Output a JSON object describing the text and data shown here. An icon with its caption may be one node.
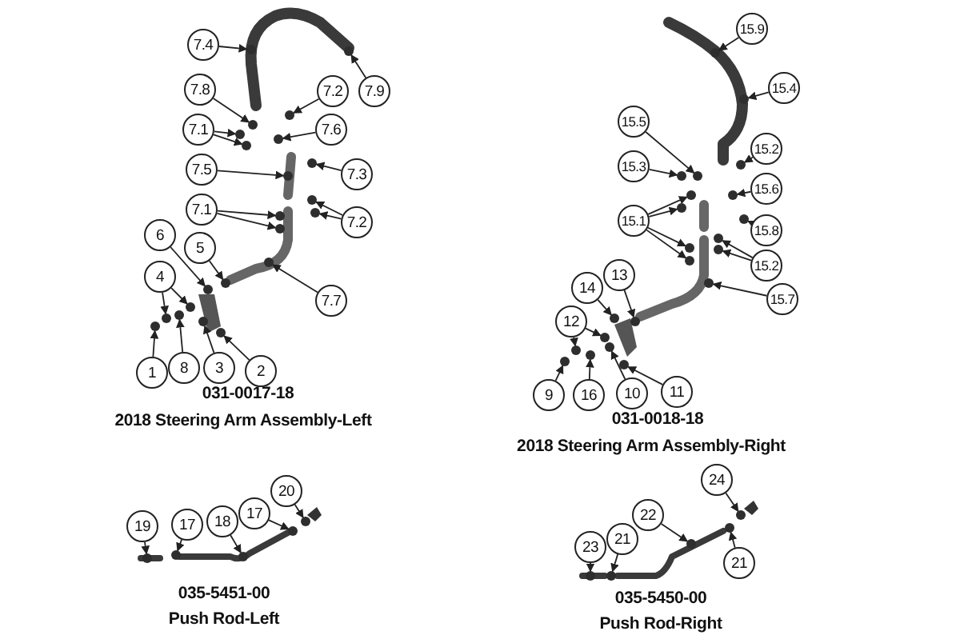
{
  "diagram": {
    "nodes": [
      {
        "text": [
          "7.4"
        ]
      },
      {
        "text": [
          "7.9"
        ]
      },
      {
        "text": [
          "7.8"
        ]
      },
      {
        "text": [
          "7.2"
        ]
      },
      {
        "text": [
          "7.1"
        ]
      },
      {
        "text": [
          "7.6"
        ]
      },
      {
        "text": [
          "7.5"
        ]
      },
      {
        "text": [
          "7.3"
        ]
      },
      {
        "text": [
          "7.1"
        ]
      },
      {
        "text": [
          "7.2"
        ]
      },
      {
        "text": [
          "6"
        ]
      },
      {
        "text": [
          "5"
        ]
      },
      {
        "text": [
          "4"
        ]
      },
      {
        "text": [
          "7.7"
        ]
      },
      {
        "text": [
          "1"
        ]
      },
      {
        "text": [
          "8"
        ]
      },
      {
        "text": [
          "3"
        ]
      },
      {
        "text": [
          "2"
        ]
      },
      {
        "text": [
          "15.9"
        ]
      },
      {
        "text": [
          "15.4"
        ]
      },
      {
        "text": [
          "15.5"
        ]
      },
      {
        "text": [
          "15.2"
        ]
      },
      {
        "text": [
          "15.3"
        ]
      },
      {
        "text": [
          "15.6"
        ]
      },
      {
        "text": [
          "15.1"
        ]
      },
      {
        "text": [
          "15.8"
        ]
      },
      {
        "text": [
          "15.2"
        ]
      },
      {
        "text": [
          "13"
        ]
      },
      {
        "text": [
          "14"
        ]
      },
      {
        "text": [
          "15.7"
        ]
      },
      {
        "text": [
          "12"
        ]
      },
      {
        "text": [
          "9"
        ]
      },
      {
        "text": [
          "16"
        ]
      },
      {
        "text": [
          "10"
        ]
      },
      {
        "text": [
          "11"
        ]
      },
      {
        "text": [
          "20"
        ]
      },
      {
        "text": [
          "24"
        ]
      },
      {
        "text": [
          "19"
        ]
      },
      {
        "text": [
          "17"
        ]
      },
      {
        "text": [
          "18"
        ]
      },
      {
        "text": [
          "17"
        ]
      },
      {
        "text": [
          "22"
        ]
      },
      {
        "text": [
          "23"
        ]
      },
      {
        "text": [
          "21"
        ]
      },
      {
        "text": [
          "21"
        ]
      },
      {
        "text": [],
        "shape": "circle"
      },
      {
        "text": [],
        "shape": "circle"
      },
      {
        "text": [],
        "shape": "circle"
      },
      {
        "text": [],
        "shape": "circle"
      },
      {
        "text": [],
        "shape": "circle"
      },
      {
        "text": [],
        "shape": "circle"
      },
      {
        "text": [],
        "shape": "circle"
      },
      {
        "text": [],
        "shape": "circle"
      },
      {
        "text": [],
        "shape": "circle"
      },
      {
        "text": [],
        "shape": "circle"
      },
      {
        "text": [],
        "shape": "circle"
      },
      {
        "text": [],
        "shape": "circle"
      },
      {
        "text": [],
        "shape": "circle"
      },
      {
        "text": [],
        "shape": "circle"
      },
      {
        "text": [],
        "shape": "circle"
      },
      {
        "text": [],
        "shape": "circle"
      },
      {
        "text": [],
        "shape": "circle"
      },
      {
        "text": [],
        "shape": "circle"
      },
      {
        "text": [],
        "shape": "circle"
      },
      {
        "text": [],
        "shape": "circle"
      },
      {
        "text": [],
        "shape": "circle"
      },
      {
        "text": [],
        "shape": "circle"
      },
      {
        "text": [],
        "shape": "circle"
      },
      {
        "text": [],
        "shape": "circle"
      },
      {
        "text": [],
        "shape": "circle"
      },
      {
        "text": [],
        "shape": "circle"
      },
      {
        "text": [],
        "shape": "circle"
      },
      {
        "text": [],
        "shape": "circle"
      },
      {
        "text": [],
        "shape": "circle"
      },
      {
        "text": [],
        "shape": "circle"
      },
      {
        "text": [],
        "shape": "circle"
      },
      {
        "text": [],
        "shape": "circle"
      },
      {
        "text": [],
        "shape": "circle"
      },
      {
        "text": [],
        "shape": "circle"
      },
      {
        "text": [],
        "shape": "circle"
      },
      {
        "text": [],
        "shape": "circle"
      },
      {
        "text": [],
        "shape": "circle"
      },
      {
        "text": [],
        "shape": "circle"
      },
      {
        "text": [],
        "shape": "circle"
      },
      {
        "text": [],
        "shape": "circle"
      },
      {
        "text": [],
        "shape": "circle"
      },
      {
        "text": [],
        "shape": "circle"
      },
      {
        "text": [],
        "shape": "circle"
      },
      {
        "text": [],
        "shape": "circle"
      },
      {
        "text": [],
        "shape": "circle"
      },
      {
        "text": [],
        "shape": "circle"
      },
      {
        "text": [],
        "shape": "circle"
      },
      {
        "text": [],
        "shape": "circle"
      },
      {
        "text": [],
        "shape": "circle"
      },
      {
        "text": [],
        "shape": "circle"
      },
      {
        "text": [],
        "shape": "circle"
      },
      {
        "text": [],
        "shape": "circle"
      },
      {
        "text": [],
        "shape": "circle"
      },
      {
        "text": [],
        "shape": "circle"
      }
    ],
    "edges": [
      {
        "from": 0,
        "to": 45,
        "arrow": "to"
      },
      {
        "from": 1,
        "to": 46,
        "arrow": "to"
      },
      {
        "from": 2,
        "to": 47,
        "arrow": "to"
      },
      {
        "from": 3,
        "to": 48,
        "arrow": "to"
      },
      {
        "from": 4,
        "to": 49,
        "arrow": "to"
      },
      {
        "from": 4,
        "to": 50,
        "arrow": "to"
      },
      {
        "from": 5,
        "to": 51,
        "arrow": "to"
      },
      {
        "from": 6,
        "to": 52,
        "arrow": "to"
      },
      {
        "from": 7,
        "to": 53,
        "arrow": "to"
      },
      {
        "from": 8,
        "to": 54,
        "arrow": "to"
      },
      {
        "from": 8,
        "to": 55,
        "arrow": "to"
      },
      {
        "from": 9,
        "to": 56,
        "arrow": "to"
      },
      {
        "from": 9,
        "to": 57,
        "arrow": "to"
      },
      {
        "from": 10,
        "to": 58,
        "arrow": "to"
      },
      {
        "from": 11,
        "to": 59,
        "arrow": "to"
      },
      {
        "from": 12,
        "to": 60,
        "arrow": "to"
      },
      {
        "from": 12,
        "to": 61,
        "arrow": "to"
      },
      {
        "from": 13,
        "to": 62,
        "arrow": "to"
      },
      {
        "from": 14,
        "to": 63,
        "arrow": "to"
      },
      {
        "from": 15,
        "to": 64,
        "arrow": "to"
      },
      {
        "from": 16,
        "to": 65,
        "arrow": "to"
      },
      {
        "from": 17,
        "to": 66,
        "arrow": "to"
      },
      {
        "from": 18,
        "to": 67,
        "arrow": "to"
      },
      {
        "from": 19,
        "to": 68,
        "arrow": "to"
      },
      {
        "from": 20,
        "to": 69,
        "arrow": "to"
      },
      {
        "from": 21,
        "to": 70,
        "arrow": "to"
      },
      {
        "from": 22,
        "to": 71,
        "arrow": "to"
      },
      {
        "from": 23,
        "to": 72,
        "arrow": "to"
      },
      {
        "from": 24,
        "to": 73,
        "arrow": "to"
      },
      {
        "from": 24,
        "to": 74,
        "arrow": "to"
      },
      {
        "from": 24,
        "to": 75,
        "arrow": "to"
      },
      {
        "from": 24,
        "to": 76,
        "arrow": "to"
      },
      {
        "from": 25,
        "to": 77,
        "arrow": "to"
      },
      {
        "from": 26,
        "to": 78,
        "arrow": "to"
      },
      {
        "from": 26,
        "to": 79,
        "arrow": "to"
      },
      {
        "from": 27,
        "to": 80,
        "arrow": "to"
      },
      {
        "from": 28,
        "to": 81,
        "arrow": "to"
      },
      {
        "from": 29,
        "to": 82,
        "arrow": "to"
      },
      {
        "from": 30,
        "to": 83,
        "arrow": "to"
      },
      {
        "from": 30,
        "to": 84,
        "arrow": "to"
      },
      {
        "from": 31,
        "to": 85,
        "arrow": "to"
      },
      {
        "from": 32,
        "to": 86,
        "arrow": "to"
      },
      {
        "from": 33,
        "to": 87,
        "arrow": "to"
      },
      {
        "from": 34,
        "to": 88,
        "arrow": "to"
      },
      {
        "from": 35,
        "to": 89,
        "arrow": "to"
      },
      {
        "from": 36,
        "to": 90,
        "arrow": "to"
      },
      {
        "from": 37,
        "to": 91,
        "arrow": "to"
      },
      {
        "from": 38,
        "to": 92,
        "arrow": "to"
      },
      {
        "from": 39,
        "to": 93,
        "arrow": "to"
      },
      {
        "from": 40,
        "to": 94,
        "arrow": "to"
      },
      {
        "from": 41,
        "to": 95,
        "arrow": "to"
      },
      {
        "from": 42,
        "to": 96,
        "arrow": "to"
      },
      {
        "from": 43,
        "to": 97,
        "arrow": "to"
      },
      {
        "from": 44,
        "to": 98,
        "arrow": "to"
      }
    ],
    "labels": [
      "031-0017-18",
      "2018 Steering Arm Assembly-Left",
      "031-0018-18",
      "2018 Steering Arm Assembly-Right",
      "035-5451-00",
      "Push Rod-Left",
      "035-5450-00",
      "Push Rod-Right"
    ]
  }
}
